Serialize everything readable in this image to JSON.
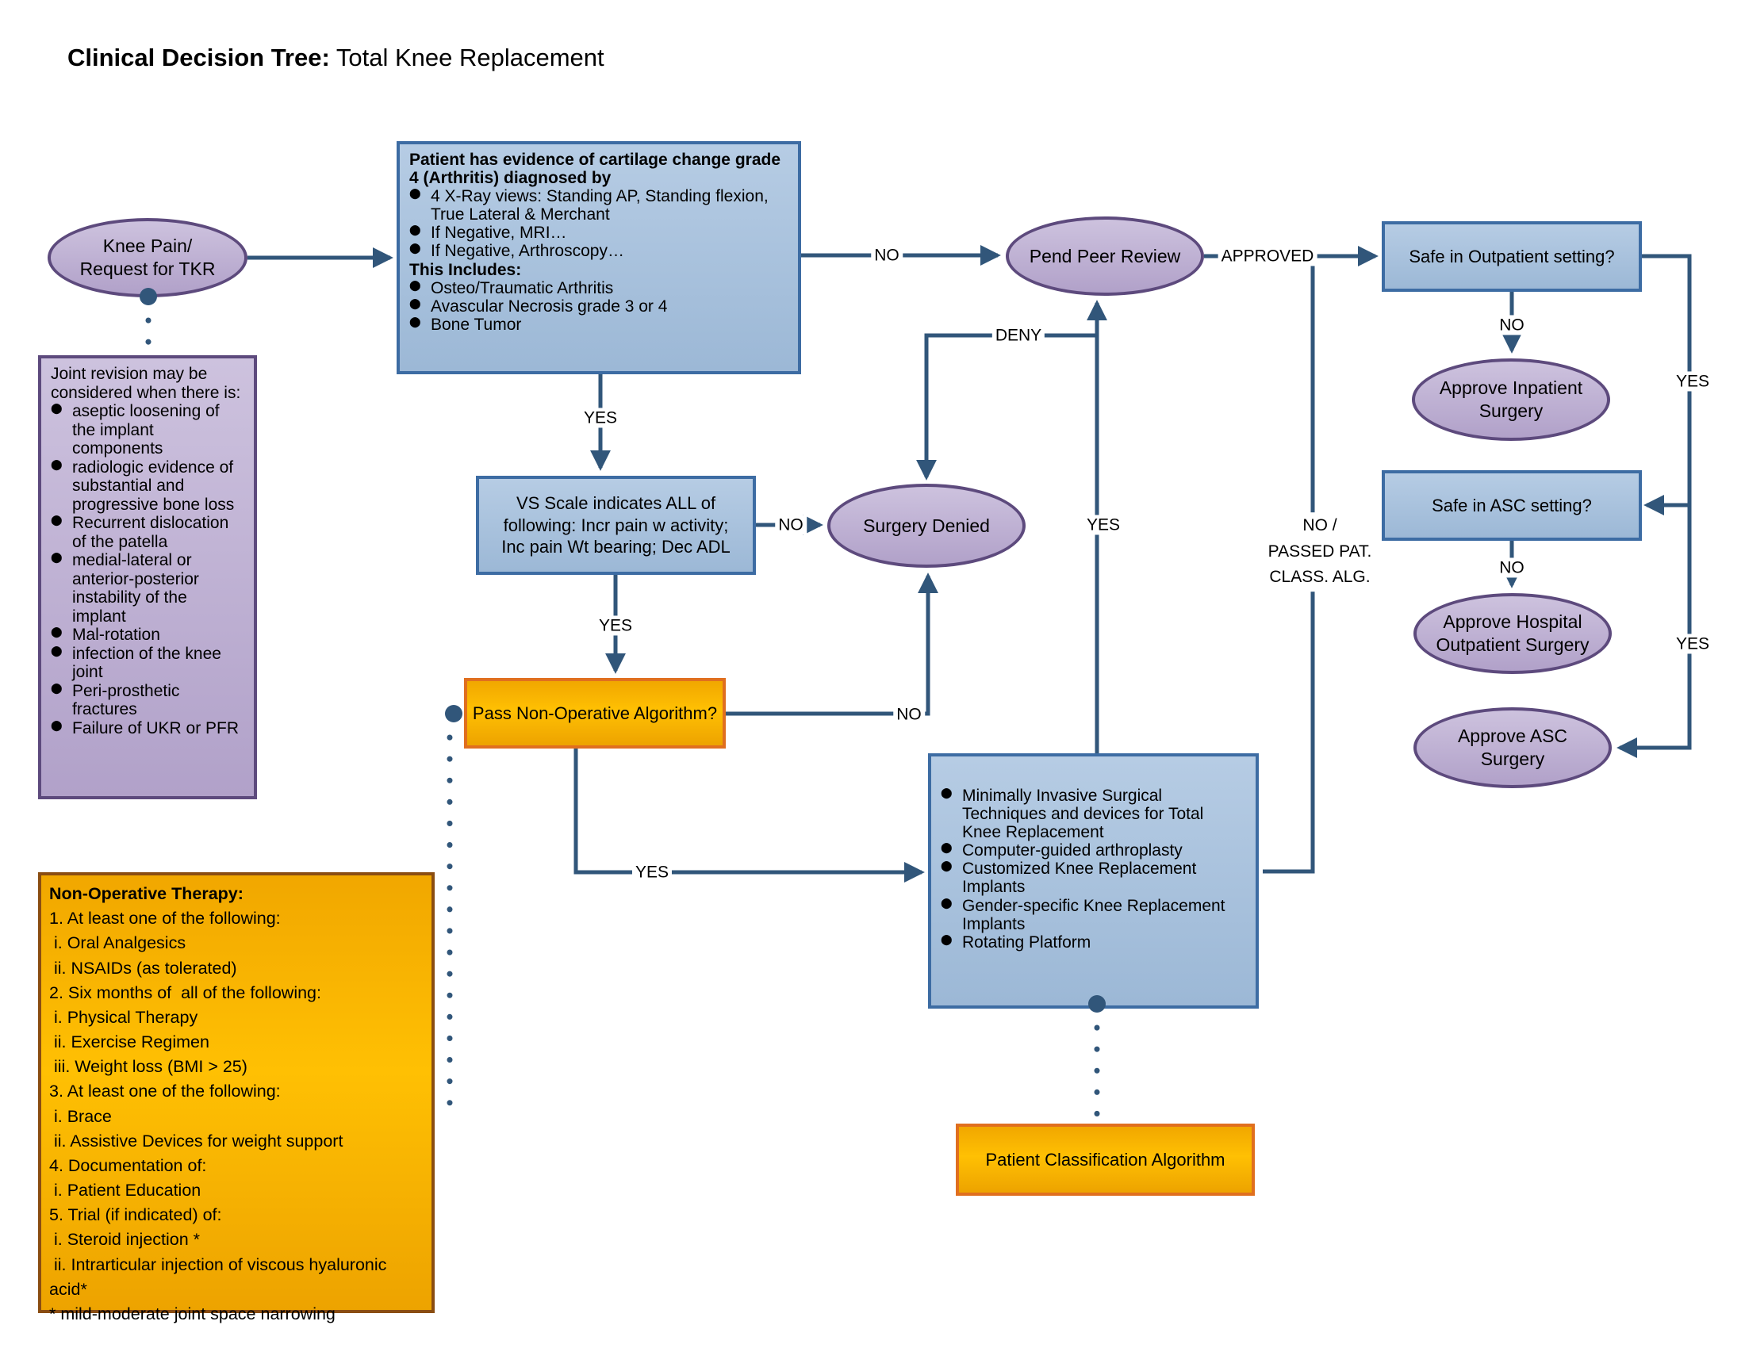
{
  "title": {
    "bold": "Clinical Decision Tree:",
    "rest": " Total Knee Replacement"
  },
  "colors": {
    "line": "#31567a",
    "blue_border": "#3d6ca3",
    "blue_top": "#b6cce4",
    "blue_bot": "#9cb8d6",
    "purple_border": "#5d4a7d",
    "purple_top": "#cdc2de",
    "purple_bot": "#b1a1c9",
    "orange_border": "#e06f1f",
    "orange_top": "#f1a700",
    "orange_mid": "#ffc003",
    "orange_bot": "#eda300",
    "brown_border": "#8a4d12"
  },
  "nodes": {
    "knee_pain": {
      "text": "Knee Pain/\nRequest for TKR"
    },
    "evidence": {
      "heading": "Patient has evidence of cartilage change grade 4 (Arthritis) diagnosed by",
      "bullets1": [
        "4 X-Ray views: Standing AP, Standing flexion, True Lateral & Merchant",
        "If Negative, MRI…",
        "If Negative, Arthroscopy…"
      ],
      "heading2": "This Includes:",
      "bullets2": [
        "Osteo/Traumatic Arthritis",
        "Avascular Necrosis grade 3 or 4",
        "Bone Tumor"
      ]
    },
    "joint_revision": {
      "intro": "Joint revision may be considered when there is:",
      "bullets": [
        "aseptic loosening of the implant components",
        "radiologic evidence of substantial and progressive bone loss",
        "Recurrent dislocation of the patella",
        "medial-lateral or anterior-posterior instability of the implant",
        "Mal-rotation",
        "infection of the knee joint",
        "Peri-prosthetic fractures",
        "Failure of UKR or PFR"
      ]
    },
    "vs_scale": {
      "text": "VS Scale indicates ALL of\nfollowing: Incr pain w activity;\nInc  pain Wt bearing; Dec ADL"
    },
    "pass_non_op": {
      "text": "Pass Non-Operative Algorithm?"
    },
    "surgery_denied": {
      "text": "Surgery Denied"
    },
    "pend_peer_review": {
      "text": "Pend Peer Review"
    },
    "minimally_invasive": {
      "bullets": [
        "Minimally Invasive Surgical Techniques and devices for Total Knee Replacement",
        "Computer-guided arthroplasty",
        "Customized Knee Replacement Implants",
        "Gender-specific Knee Replacement Implants",
        "Rotating Platform"
      ]
    },
    "patient_class": {
      "text": "Patient Classification Algorithm"
    },
    "safe_outpatient": {
      "text": "Safe in Outpatient setting?"
    },
    "approve_inpatient": {
      "text": "Approve Inpatient\nSurgery"
    },
    "safe_asc": {
      "text": "Safe in ASC setting?"
    },
    "approve_hosp_outpatient": {
      "text": "Approve Hospital\nOutpatient Surgery"
    },
    "approve_asc": {
      "text": "Approve ASC\nSurgery"
    },
    "non_op_therapy": {
      "heading": "Non-Operative Therapy:",
      "lines": [
        "1. At least one of the following:",
        " i. Oral Analgesics",
        " ii. NSAIDs (as tolerated)",
        "2. Six months of  all of the following:",
        " i. Physical Therapy",
        " ii. Exercise Regimen",
        " iii. Weight loss (BMI > 25)",
        "3. At least one of the following:",
        " i. Brace",
        " ii. Assistive Devices for weight support",
        "4. Documentation of:",
        " i. Patient Education",
        "5. Trial (if indicated) of:",
        " i. Steroid injection *",
        " ii. Intrarticular injection of viscous hyaluronic acid*",
        "* mild-moderate joint space narrowing"
      ]
    }
  },
  "edge_labels": {
    "evidence_yes": "YES",
    "evidence_no": "NO",
    "vs_yes": "YES",
    "vs_no": "NO",
    "passnonop_yes": "YES",
    "passnonop_no": "NO",
    "deny": "DENY",
    "approved": "APPROVED",
    "minimally_yes": "YES",
    "no_passed": "NO /\nPASSED PAT.\nCLASS. ALG.",
    "outpatient_no": "NO",
    "outpatient_yes": "YES",
    "asc_no": "NO",
    "asc_yes": "YES"
  }
}
